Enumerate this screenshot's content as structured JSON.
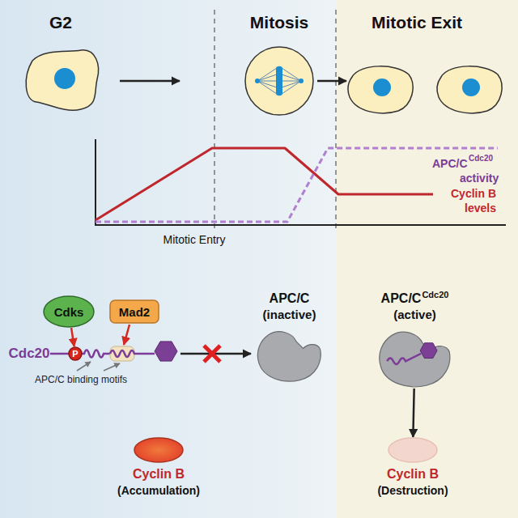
{
  "diagram": {
    "nodes": [
      {
        "text": [
          "Cdks"
        ]
      },
      {
        "text": [
          "P"
        ]
      },
      {
        "text": [
          "Mad2"
        ]
      },
      {
        "text": [
          "APC/C",
          "(inactive)"
        ]
      },
      {
        "text": [
          "APC/C",
          "Cdc20",
          "(active)"
        ]
      },
      {
        "text": [
          "Cyclin B",
          "(Accumulation)"
        ]
      },
      {
        "text": [
          "Cyclin B",
          "(Destruction)"
        ]
      }
    ],
    "edges": [
      {
        "from": 0,
        "to": 1,
        "arrow": "to"
      },
      {
        "from": 4,
        "to": 6,
        "arrow": "to"
      }
    ],
    "labels": [
      "G2",
      "Mitosis",
      "Mitotic Exit",
      "APC/C",
      "Cdc20",
      "activity",
      "Cyclin B levels",
      "Mitotic Entry",
      "Cdc20",
      "APC/C binding motifs"
    ]
  }
}
